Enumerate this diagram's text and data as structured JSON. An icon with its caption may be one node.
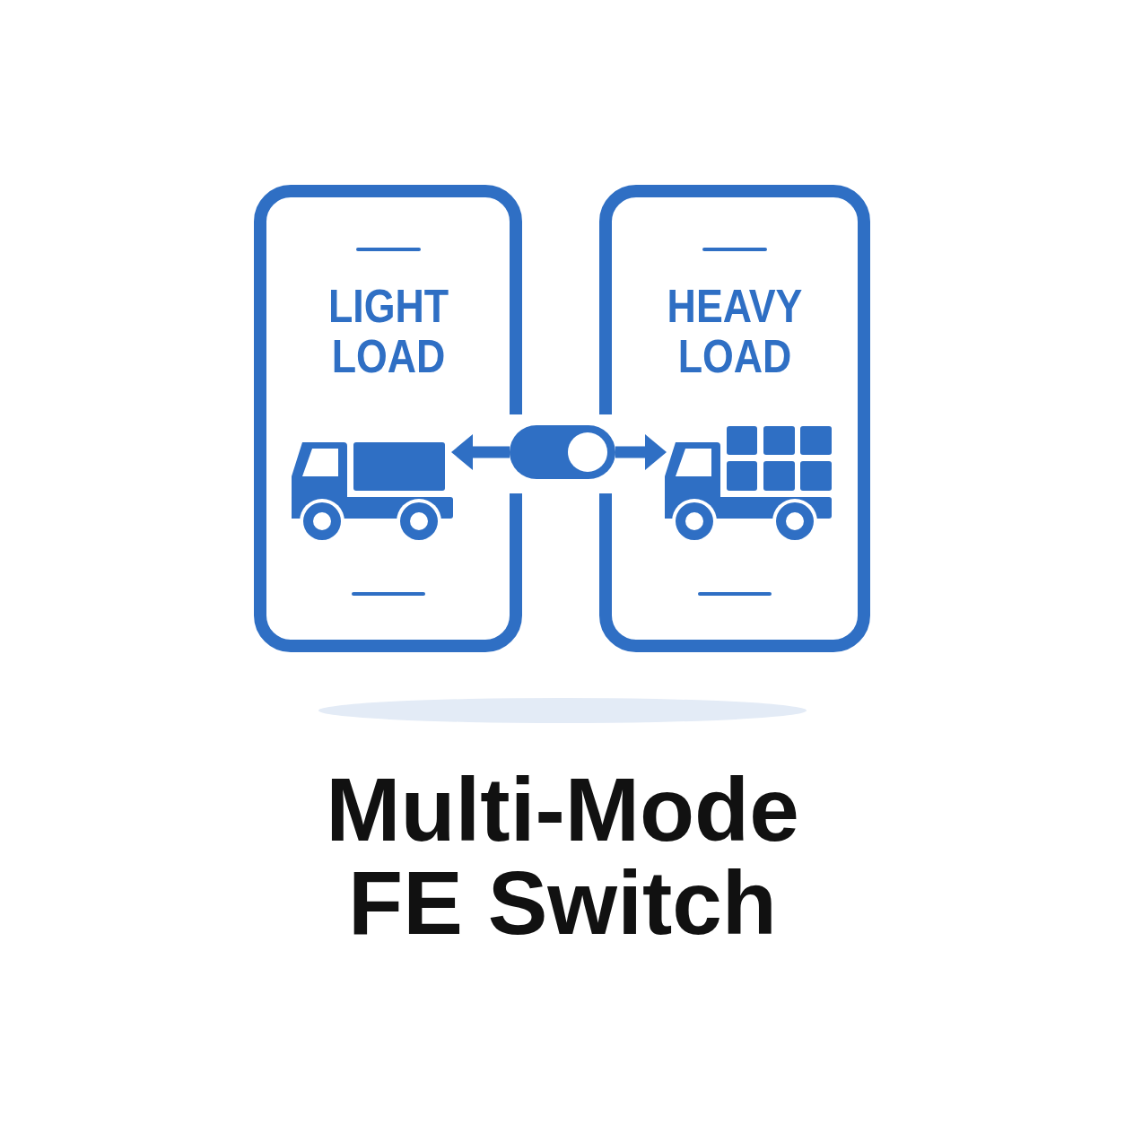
{
  "diagram": {
    "title": "Multi-Mode FE Switch",
    "nodes": [
      {
        "text": [
          "LIGHT LOAD"
        ]
      },
      {
        "text": [],
        "shape": "picture",
        "in": 0
      },
      {
        "text": [],
        "shape": "toggle"
      },
      {
        "text": [
          "HEAVY LOAD"
        ]
      },
      {
        "text": [],
        "shape": "picture",
        "in": 3
      }
    ],
    "edges": [
      {
        "from": 2,
        "to": 1,
        "arrow": "to"
      },
      {
        "from": 2,
        "to": 4,
        "arrow": "to"
      }
    ]
  }
}
